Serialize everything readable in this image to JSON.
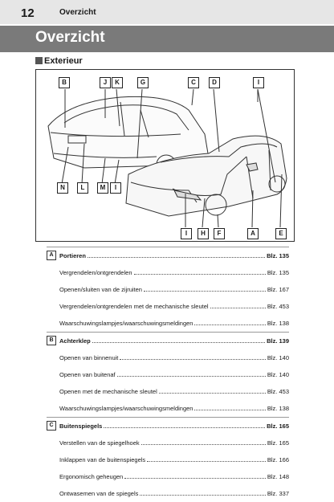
{
  "header": {
    "page_number": "12",
    "running_title": "Overzicht"
  },
  "title": "Overzicht",
  "section": "Exterieur",
  "figure": {
    "callouts_top": [
      "B",
      "J",
      "K",
      "G",
      "C",
      "D",
      "I"
    ],
    "callouts_left_bottom": [
      "N",
      "L",
      "M",
      "I"
    ],
    "callouts_right_bottom": [
      "I",
      "H",
      "F",
      "A",
      "E"
    ]
  },
  "groups": [
    {
      "badge": "A",
      "title": "Portieren",
      "ref": "Blz. 135",
      "items": [
        {
          "label": "Vergrendelen/ontgrendelen",
          "ref": "Blz. 135"
        },
        {
          "label": "Openen/sluiten van de zijruiten",
          "ref": "Blz. 167"
        },
        {
          "label": "Vergrendelen/ontgrendelen met de mechanische sleutel",
          "ref": "Blz. 453"
        },
        {
          "label": "Waarschuwingslampjes/waarschuwingsmeldingen",
          "ref": "Blz. 138"
        }
      ]
    },
    {
      "badge": "B",
      "title": "Achterklep",
      "ref": "Blz. 139",
      "items": [
        {
          "label": "Openen van binnenuit",
          "ref": "Blz. 140"
        },
        {
          "label": "Openen van buitenaf",
          "ref": "Blz. 140"
        },
        {
          "label": "Openen met de mechanische sleutel",
          "ref": "Blz. 453"
        },
        {
          "label": "Waarschuwingslampjes/waarschuwingsmeldingen",
          "ref": "Blz. 138"
        }
      ]
    },
    {
      "badge": "C",
      "title": "Buitenspiegels",
      "ref": "Blz. 165",
      "items": [
        {
          "label": "Verstellen van de spiegelhoek",
          "ref": "Blz. 165"
        },
        {
          "label": "Inklappen van de buitenspiegels",
          "ref": "Blz. 166"
        },
        {
          "label": "Ergonomisch geheugen",
          "ref": "Blz. 148"
        },
        {
          "label": "Ontwasemen van de spiegels",
          "ref": "Blz. 337"
        }
      ]
    }
  ]
}
